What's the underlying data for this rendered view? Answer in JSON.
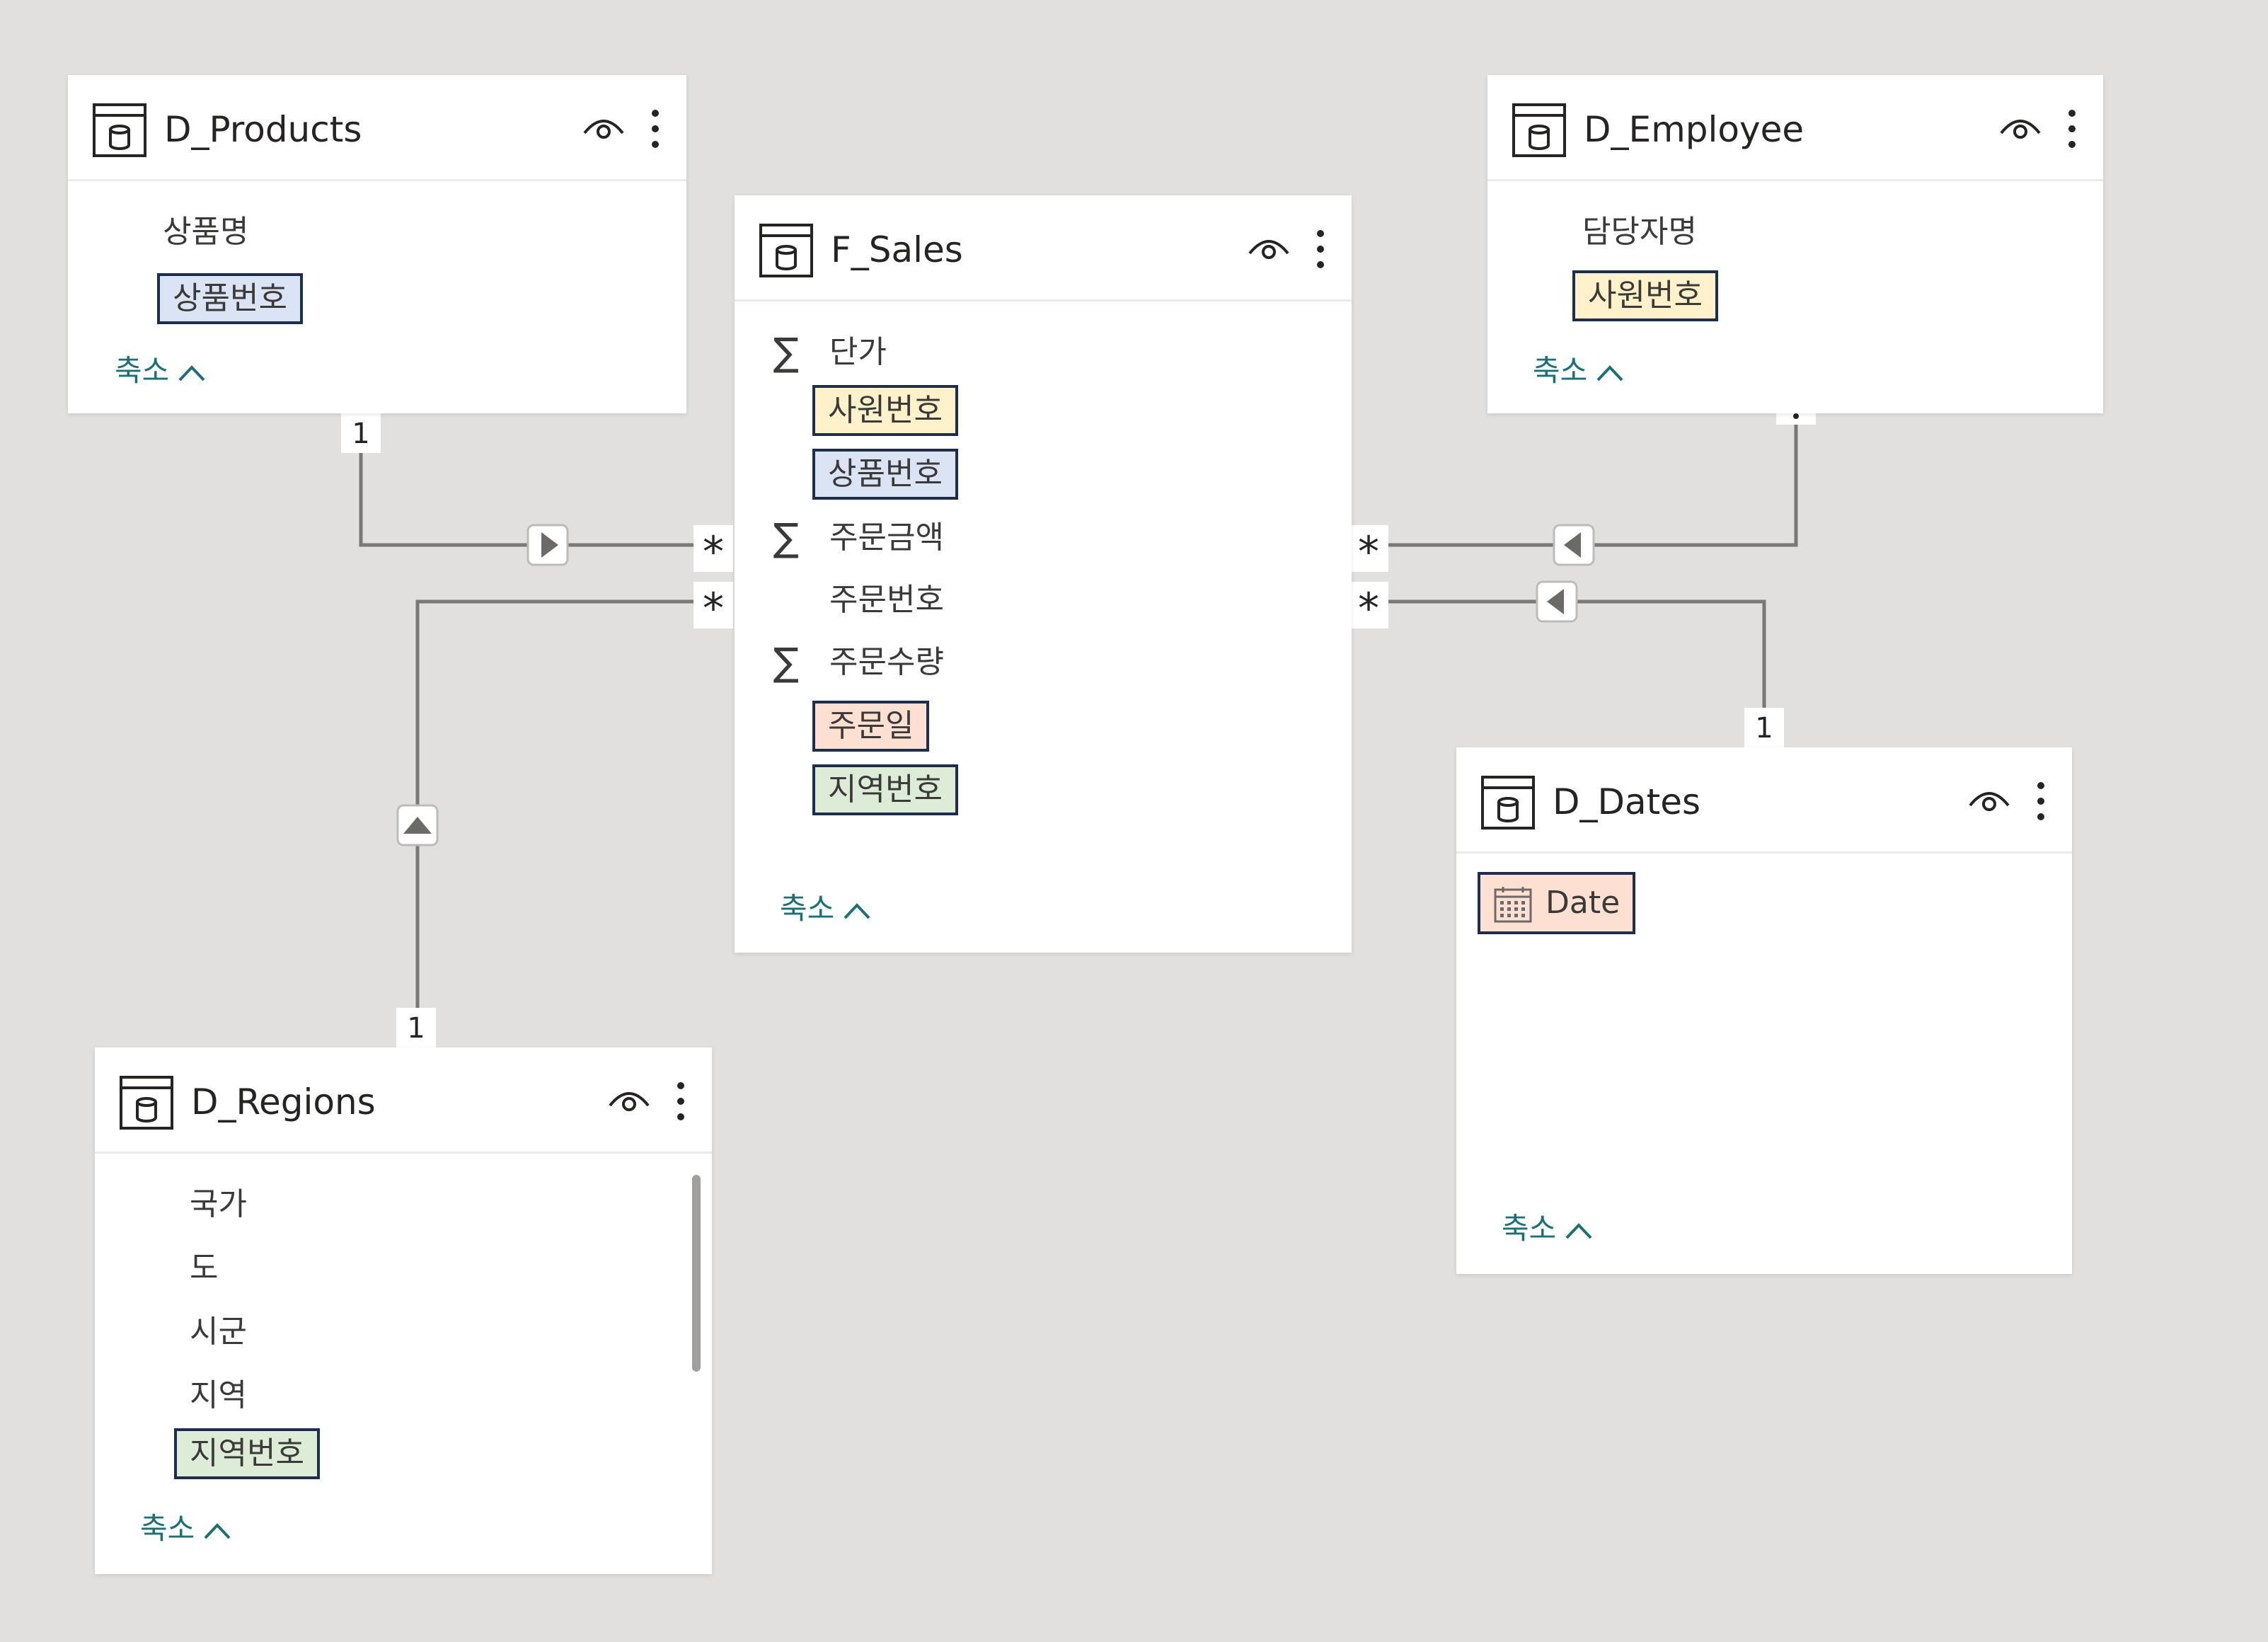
{
  "colors": {
    "canvas": "#e2e0de",
    "card": "#ffffff",
    "line": "#7a7877",
    "accent_link": "#1c6f73",
    "highlight_employee": "#fff1c9",
    "highlight_product": "#dbe4f4",
    "highlight_date": "#fde0d2",
    "highlight_region": "#dcecd6"
  },
  "tables": {
    "products": {
      "title": "D_Products",
      "fields": [
        "상품명",
        "상품번호"
      ],
      "collapse": "축소"
    },
    "sales": {
      "title": "F_Sales",
      "fields": [
        "단가",
        "사원번호",
        "상품번호",
        "주문금액",
        "주문번호",
        "주문수량",
        "주문일",
        "지역번호"
      ],
      "collapse": "축소"
    },
    "employee": {
      "title": "D_Employee",
      "fields": [
        "담당자명",
        "사원번호"
      ],
      "collapse": "축소"
    },
    "dates": {
      "title": "D_Dates",
      "fields": [
        "Date"
      ],
      "collapse": "축소"
    },
    "regions": {
      "title": "D_Regions",
      "fields": [
        "국가",
        "도",
        "시군",
        "지역",
        "지역번호"
      ],
      "collapse": "축소"
    }
  },
  "relationships": {
    "one": "1",
    "many": "*"
  }
}
